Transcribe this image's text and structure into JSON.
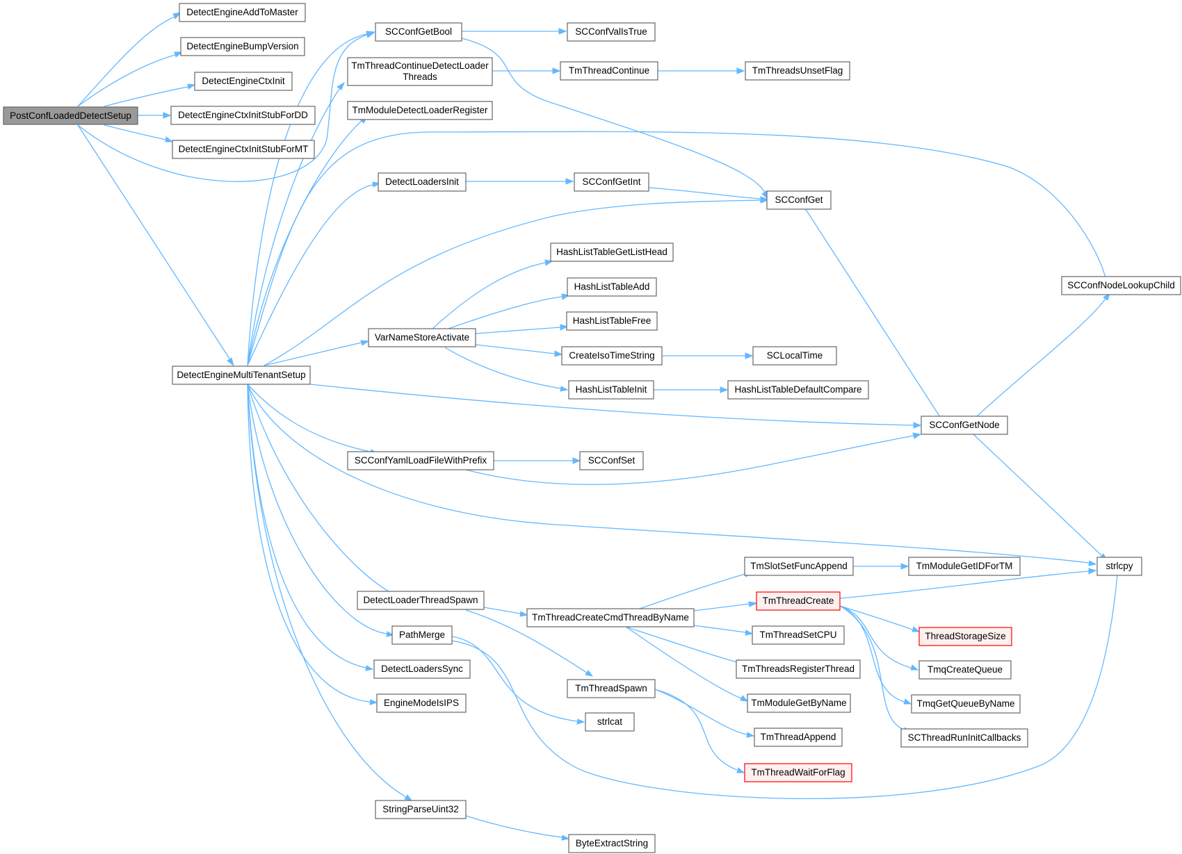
{
  "colors": {
    "edge": "#63b8ff",
    "node_border": "#666666",
    "root_fill": "#999999",
    "red_border": "#ff0000",
    "red_fill": "#fff0f0"
  },
  "nodes": {
    "n_pcl": {
      "label": "PostConfLoadedDetectSetup"
    },
    "n_deatm": {
      "label": "DetectEngineAddToMaster"
    },
    "n_debv": {
      "label": "DetectEngineBumpVersion"
    },
    "n_deci": {
      "label": "DetectEngineCtxInit"
    },
    "n_dedd": {
      "label": "DetectEngineCtxInitStubForDD"
    },
    "n_demt": {
      "label": "DetectEngineCtxInitStubForMT"
    },
    "n_demts": {
      "label": "DetectEngineMultiTenantSetup"
    },
    "n_gbool": {
      "label": "SCConfGetBool"
    },
    "n_tmcdl1": {
      "label": "TmThreadContinueDetectLoader"
    },
    "n_tmcdl2": {
      "label": "Threads"
    },
    "n_tmdlr": {
      "label": "TmModuleDetectLoaderRegister"
    },
    "n_dli": {
      "label": "DetectLoadersInit"
    },
    "n_istrue": {
      "label": "SCConfValIsTrue"
    },
    "n_tmcont": {
      "label": "TmThreadContinue"
    },
    "n_tmuf": {
      "label": "TmThreadsUnsetFlag"
    },
    "n_gint": {
      "label": "SCConfGetInt"
    },
    "n_get": {
      "label": "SCConfGet"
    },
    "n_lookup": {
      "label": "SCConfNodeLookupChild"
    },
    "n_hlgh": {
      "label": "HashListTableGetListHead"
    },
    "n_hladd": {
      "label": "HashListTableAdd"
    },
    "n_hlfree": {
      "label": "HashListTableFree"
    },
    "n_vnsa": {
      "label": "VarNameStoreActivate"
    },
    "n_ciso": {
      "label": "CreateIsoTimeString"
    },
    "n_sclt": {
      "label": "SCLocalTime"
    },
    "n_hlinit": {
      "label": "HashListTableInit"
    },
    "n_hldc": {
      "label": "HashListTableDefaultCompare"
    },
    "n_gnode": {
      "label": "SCConfGetNode"
    },
    "n_yaml": {
      "label": "SCConfYamlLoadFileWithPrefix"
    },
    "n_set": {
      "label": "SCConfSet"
    },
    "n_strlcpy": {
      "label": "strlcpy"
    },
    "n_tssfa": {
      "label": "TmSlotSetFuncAppend"
    },
    "n_tmgid": {
      "label": "TmModuleGetIDForTM"
    },
    "n_dlts": {
      "label": "DetectLoaderThreadSpawn"
    },
    "n_tmcctn": {
      "label": "TmThreadCreateCmdThreadByName"
    },
    "n_tmcreate": {
      "label": "TmThreadCreate"
    },
    "n_tss": {
      "label": "ThreadStorageSize"
    },
    "n_pm": {
      "label": "PathMerge"
    },
    "n_tmcpu": {
      "label": "TmThreadSetCPU"
    },
    "n_dls": {
      "label": "DetectLoadersSync"
    },
    "n_tmrt": {
      "label": "TmThreadsRegisterThread"
    },
    "n_tmqc": {
      "label": "TmqCreateQueue"
    },
    "n_tmspawn": {
      "label": "TmThreadSpawn"
    },
    "n_emips": {
      "label": "EngineModeIsIPS"
    },
    "n_tmgbn": {
      "label": "TmModuleGetByName"
    },
    "n_tmqgq": {
      "label": "TmqGetQueueByName"
    },
    "n_strlcat": {
      "label": "strlcat"
    },
    "n_tmapp": {
      "label": "TmThreadAppend"
    },
    "n_sctric": {
      "label": "SCThreadRunInitCallbacks"
    },
    "n_tmwff": {
      "label": "TmThreadWaitForFlag"
    },
    "n_spu32": {
      "label": "StringParseUint32"
    },
    "n_bes": {
      "label": "ByteExtractString"
    }
  }
}
